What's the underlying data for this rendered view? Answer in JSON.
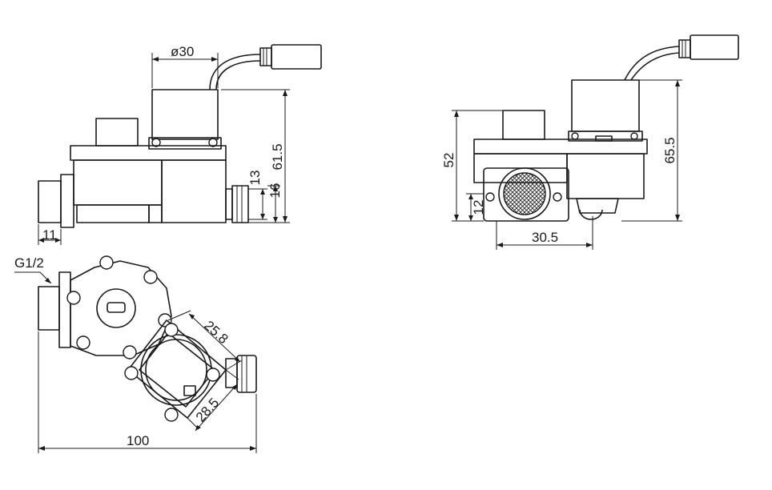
{
  "labels": {
    "phi30": "ø30",
    "d61_5": "61.5",
    "d13": "13",
    "d16": "16",
    "d11": "11",
    "g12": "G1/2",
    "d25_8": "25.8",
    "d28_5": "28.5",
    "d100": "100",
    "d52": "52",
    "d65_5": "65.5",
    "d12": "12",
    "d30_5": "30.5"
  }
}
